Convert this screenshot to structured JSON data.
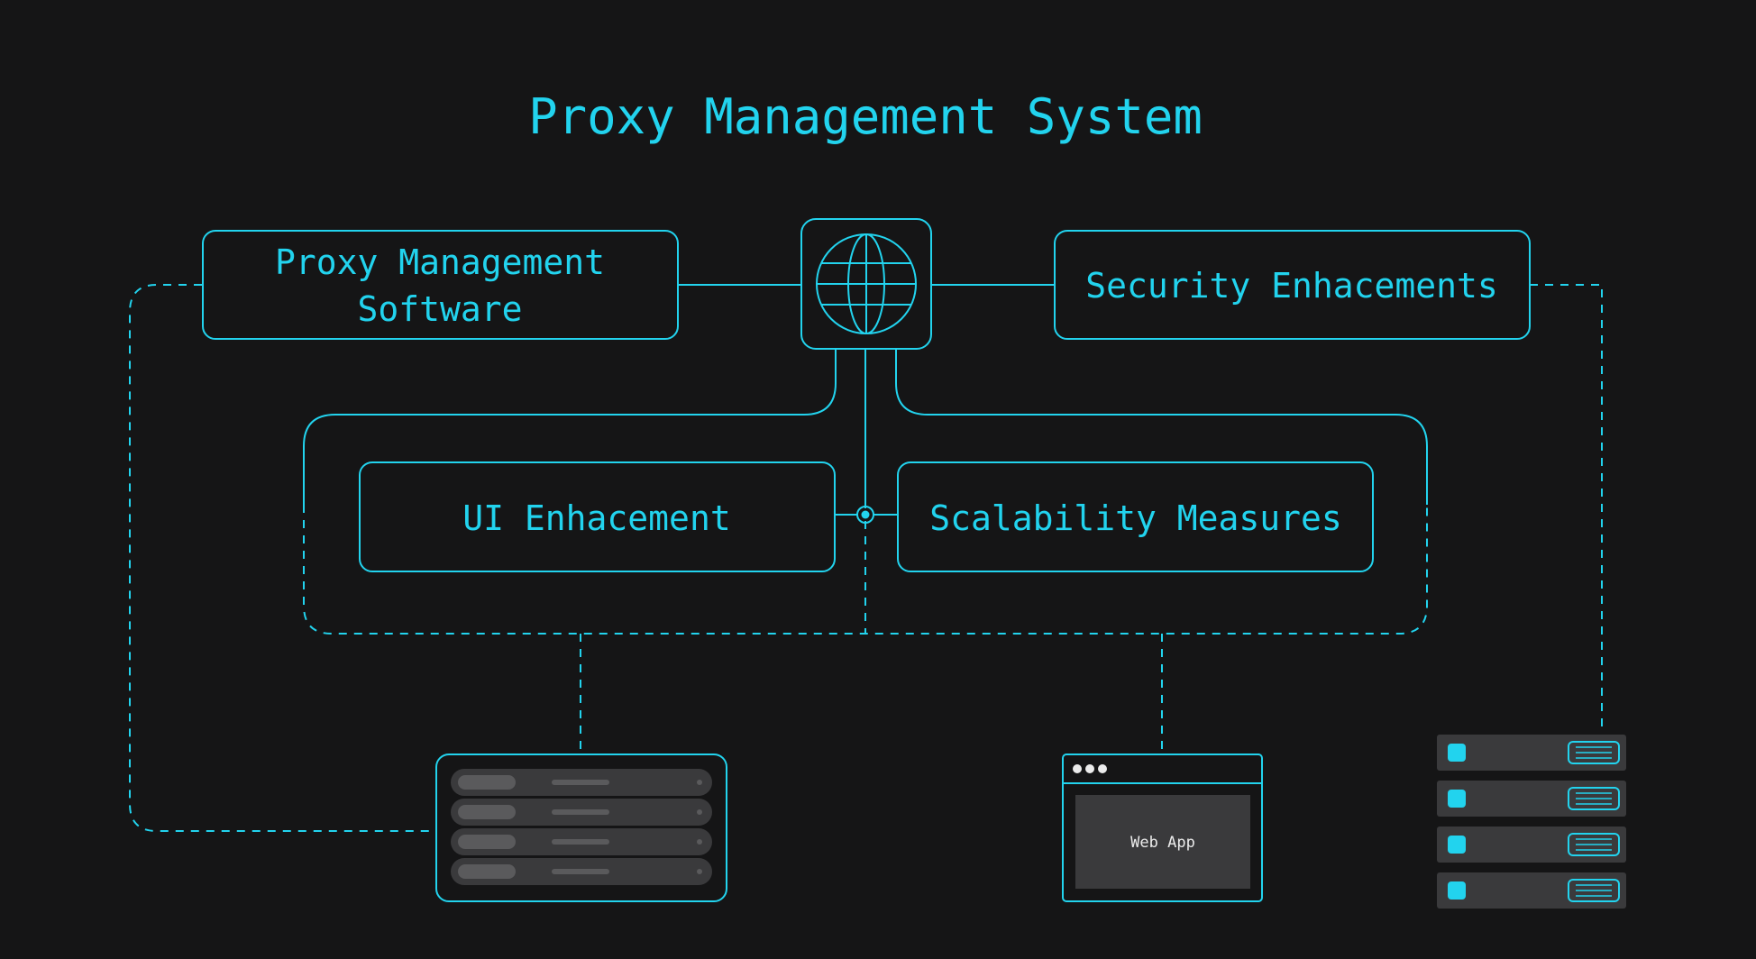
{
  "title": "Proxy Management System",
  "nodes": {
    "proxy_software": {
      "line1": "Proxy Management",
      "line2": "Software"
    },
    "security": {
      "label": "Security Enhacements"
    },
    "ui": {
      "label": "UI Enhacement"
    },
    "scalability": {
      "label": "Scalability Measures"
    },
    "web_app": {
      "label": "Web App"
    }
  },
  "icons": {
    "hub": "globe-icon",
    "database": "database-table-icon",
    "browser": "browser-window-icon",
    "servers": "server-rack-icon"
  },
  "server_rack_units": 4,
  "database_rows": 4,
  "colors": {
    "background": "#151516",
    "accent": "#22d3ee",
    "panel": "#3a3a3c",
    "panel_light": "#5a5a5c",
    "text_light": "#ececec"
  }
}
